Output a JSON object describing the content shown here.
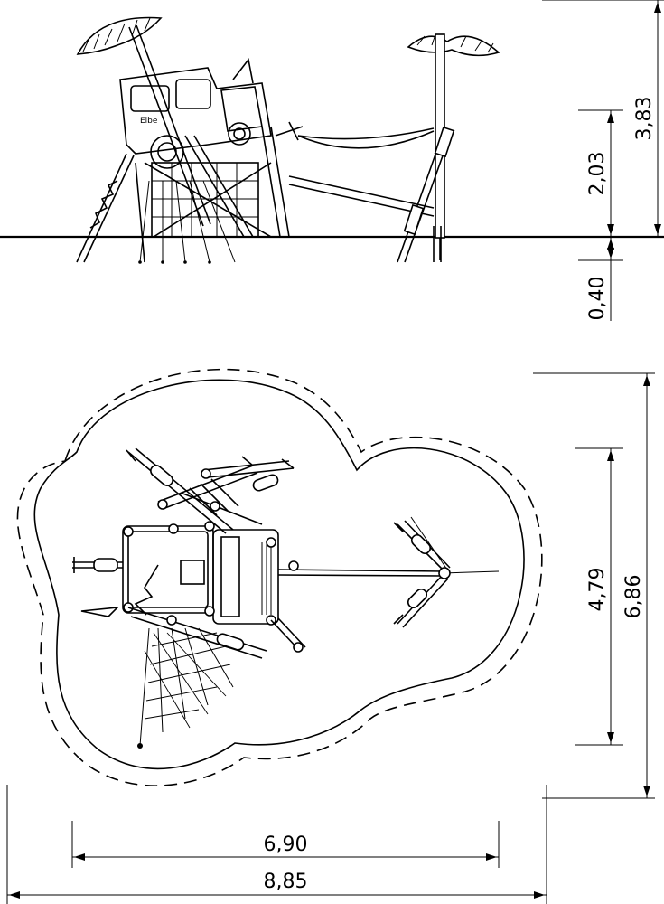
{
  "elevation": {
    "height_total": "3,83",
    "height_platform": "2,03",
    "depth_foundation": "0,40",
    "logo_text": "Eibe"
  },
  "plan": {
    "depth_equipment": "4,79",
    "depth_safety": "6,86",
    "width_equipment": "6,90",
    "width_safety": "8,85"
  },
  "colors": {
    "line": "#000000",
    "background": "#ffffff"
  }
}
